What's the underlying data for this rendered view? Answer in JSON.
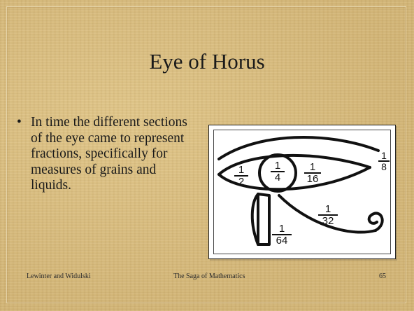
{
  "slide": {
    "title": "Eye of Horus",
    "bullet": "In time the different sections of the eye came to represent fractions, specifically for measures of grains and liquids.",
    "footer": {
      "left": "Lewinter and Widulski",
      "center": "The Saga of Mathematics",
      "right": "65"
    }
  },
  "figure": {
    "fractions": [
      {
        "num": "1",
        "den": "2"
      },
      {
        "num": "1",
        "den": "4"
      },
      {
        "num": "1",
        "den": "16"
      },
      {
        "num": "1",
        "den": "8"
      },
      {
        "num": "1",
        "den": "32"
      },
      {
        "num": "1",
        "den": "64"
      }
    ]
  }
}
